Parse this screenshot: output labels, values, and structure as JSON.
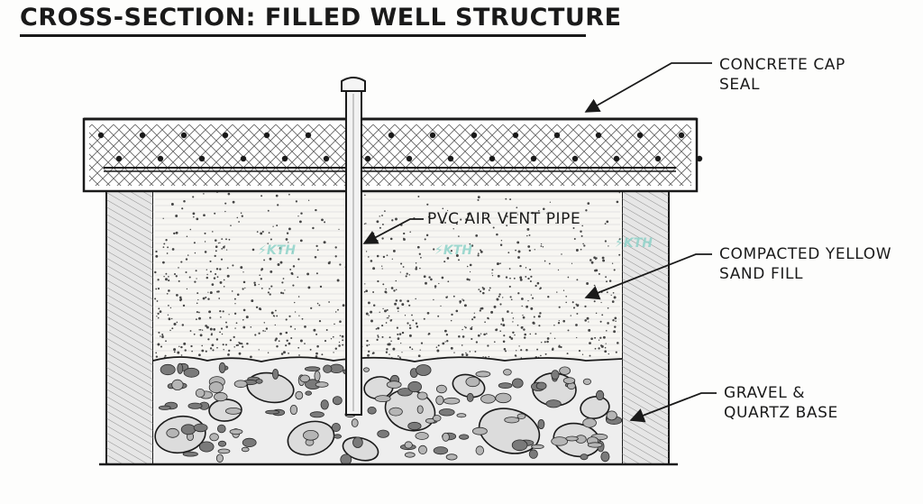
{
  "title": "CROSS-SECTION:  FILLED WELL STRUCTURE",
  "labels": {
    "concrete_cap": [
      "CONCRETE CAP",
      "SEAL"
    ],
    "pvc_pipe": "PVC AIR VENT PIPE",
    "sand_fill": [
      "COMPACTED YELLOW",
      "SAND FILL"
    ],
    "gravel_base": [
      "GRAVEL &",
      "QUARTZ BASE"
    ]
  },
  "watermark": "KTH",
  "colors": {
    "ink": "#1a1a1a",
    "watermark": "#8fd3c9"
  }
}
